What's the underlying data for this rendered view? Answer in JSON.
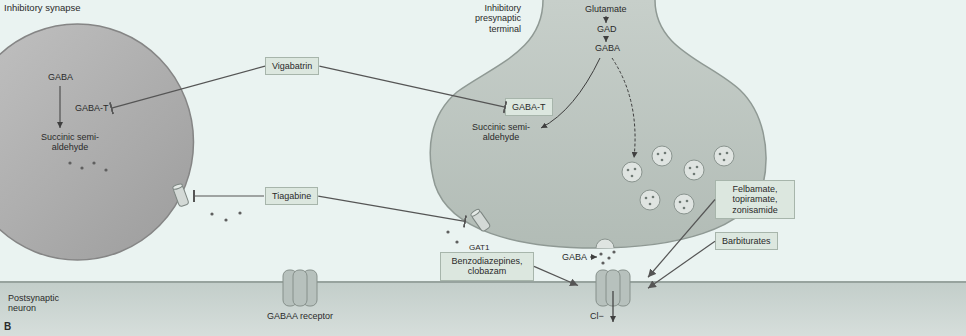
{
  "diagram": {
    "nodes": [
      {
        "text": [
          "GABA",
          "Succinic semi-aldehyde"
        ]
      },
      {
        "text": [
          "GABA-T"
        ],
        "in": 0
      },
      {
        "text": [
          "Vigabatrin"
        ]
      },
      {
        "text": [
          "Tiagabine"
        ]
      },
      {
        "text": [
          "Inhibitory presynaptic terminal",
          "Glutamate",
          "GAD",
          "GABA",
          "Succinic semi-aldehyde"
        ]
      },
      {
        "text": [
          "GABA-T"
        ],
        "in": 4
      },
      {
        "text": [
          "GAT1"
        ]
      },
      {
        "text": [
          "Felbamate, topiramate, zonisamide"
        ]
      },
      {
        "text": [
          "Barbiturates"
        ]
      },
      {
        "text": [
          "Benzodiazepines, clobazam"
        ]
      },
      {
        "text": [
          "Postsynaptic neuron"
        ]
      },
      {
        "text": [
          "GABAA receptor"
        ],
        "in": 10
      },
      {
        "text": [
          "Cl−"
        ],
        "in": 10
      }
    ],
    "edges": [
      {
        "from": 2,
        "to": 1,
        "arrow": "to"
      },
      {
        "from": 2,
        "to": 5,
        "arrow": "to"
      },
      {
        "from": 3,
        "to": 6,
        "arrow": "to"
      },
      {
        "from": 7,
        "to": 12,
        "arrow": "to"
      },
      {
        "from": 8,
        "to": 12,
        "arrow": "to"
      },
      {
        "from": 9,
        "to": 12,
        "arrow": "to"
      }
    ],
    "labels": [
      "Inhibitory synapse",
      "GABA",
      "B"
    ]
  }
}
